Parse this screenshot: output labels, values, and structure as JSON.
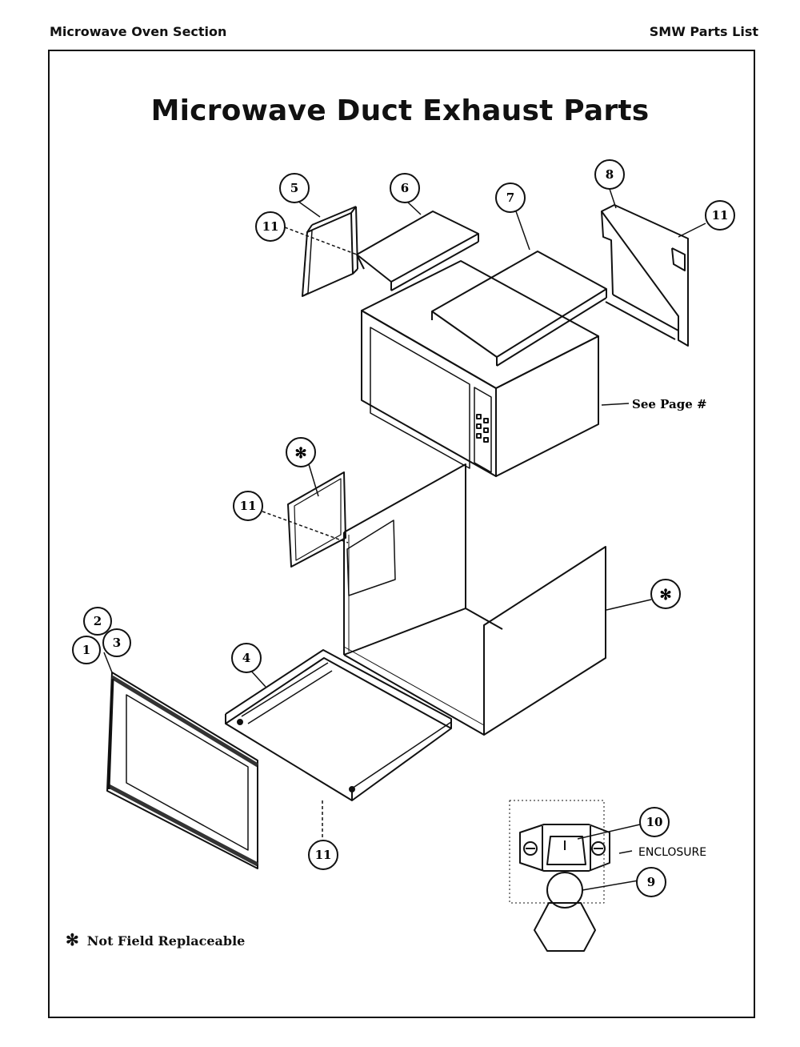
{
  "header": {
    "left": "Microwave Oven Section",
    "right": "SMW Parts List"
  },
  "title": "Microwave Duct Exhaust Parts",
  "annotations": {
    "see_page": "See Page #",
    "enclosure": "ENCLOSURE"
  },
  "footnote": {
    "symbol": "✻",
    "text": "Not Field Replaceable"
  },
  "callouts": [
    {
      "id": "c5",
      "label": "5"
    },
    {
      "id": "c6",
      "label": "6"
    },
    {
      "id": "c7",
      "label": "7"
    },
    {
      "id": "c8",
      "label": "8"
    },
    {
      "id": "c11a",
      "label": "11"
    },
    {
      "id": "c11b",
      "label": "11"
    },
    {
      "id": "cstar1",
      "label": "✻"
    },
    {
      "id": "c11c",
      "label": "11"
    },
    {
      "id": "cstar2",
      "label": "✻"
    },
    {
      "id": "c2",
      "label": "2"
    },
    {
      "id": "c1",
      "label": "1"
    },
    {
      "id": "c3",
      "label": "3"
    },
    {
      "id": "c4",
      "label": "4"
    },
    {
      "id": "c11d",
      "label": "11"
    },
    {
      "id": "c10",
      "label": "10"
    },
    {
      "id": "c9",
      "label": "9"
    }
  ]
}
